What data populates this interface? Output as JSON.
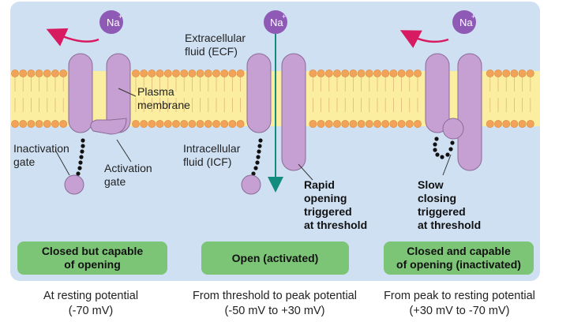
{
  "ion": {
    "label": "Na",
    "charge": "+"
  },
  "labels": {
    "extracellular": "Extracellular\nfluid (ECF)",
    "intracellular": "Intracellular\nfluid (ICF)",
    "plasma_membrane": "Plasma\nmembrane",
    "inactivation_gate": "Inactivation\ngate",
    "activation_gate": "Activation\ngate",
    "rapid_opening": "Rapid\nopening\ntriggered\nat threshold",
    "slow_closing": "Slow\nclosing\ntriggered\nat threshold"
  },
  "states": [
    {
      "status": "Closed but capable\nof opening",
      "caption": "At resting potential\n(-70 mV)"
    },
    {
      "status": "Open (activated)",
      "caption": "From threshold to peak potential\n(-50 mV to +30 mV)"
    },
    {
      "status": "Closed and capable\nof opening (inactivated)",
      "caption": "From peak to resting potential\n(+30 mV to -70 mV)"
    }
  ],
  "colors": {
    "panel": "#cfe0f3",
    "membrane": "#fbeea0",
    "lipid_head": "#f2a35a",
    "channel": "#c6a0d3",
    "ion": "#8e5ab6",
    "status_box": "#7cc576",
    "arrow_out": "#d81b60",
    "arrow_through": "#128c7e"
  }
}
